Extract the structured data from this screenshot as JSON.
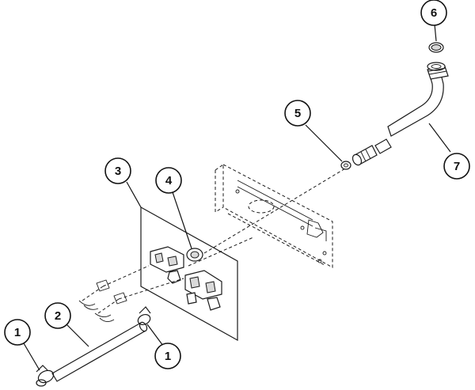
{
  "diagram": {
    "callouts": [
      {
        "id": "callout-1-left",
        "label": "1"
      },
      {
        "id": "callout-2",
        "label": "2"
      },
      {
        "id": "callout-1-right",
        "label": "1"
      },
      {
        "id": "callout-3",
        "label": "3"
      },
      {
        "id": "callout-4",
        "label": "4"
      },
      {
        "id": "callout-5",
        "label": "5"
      },
      {
        "id": "callout-6",
        "label": "6"
      },
      {
        "id": "callout-7",
        "label": "7"
      }
    ]
  }
}
